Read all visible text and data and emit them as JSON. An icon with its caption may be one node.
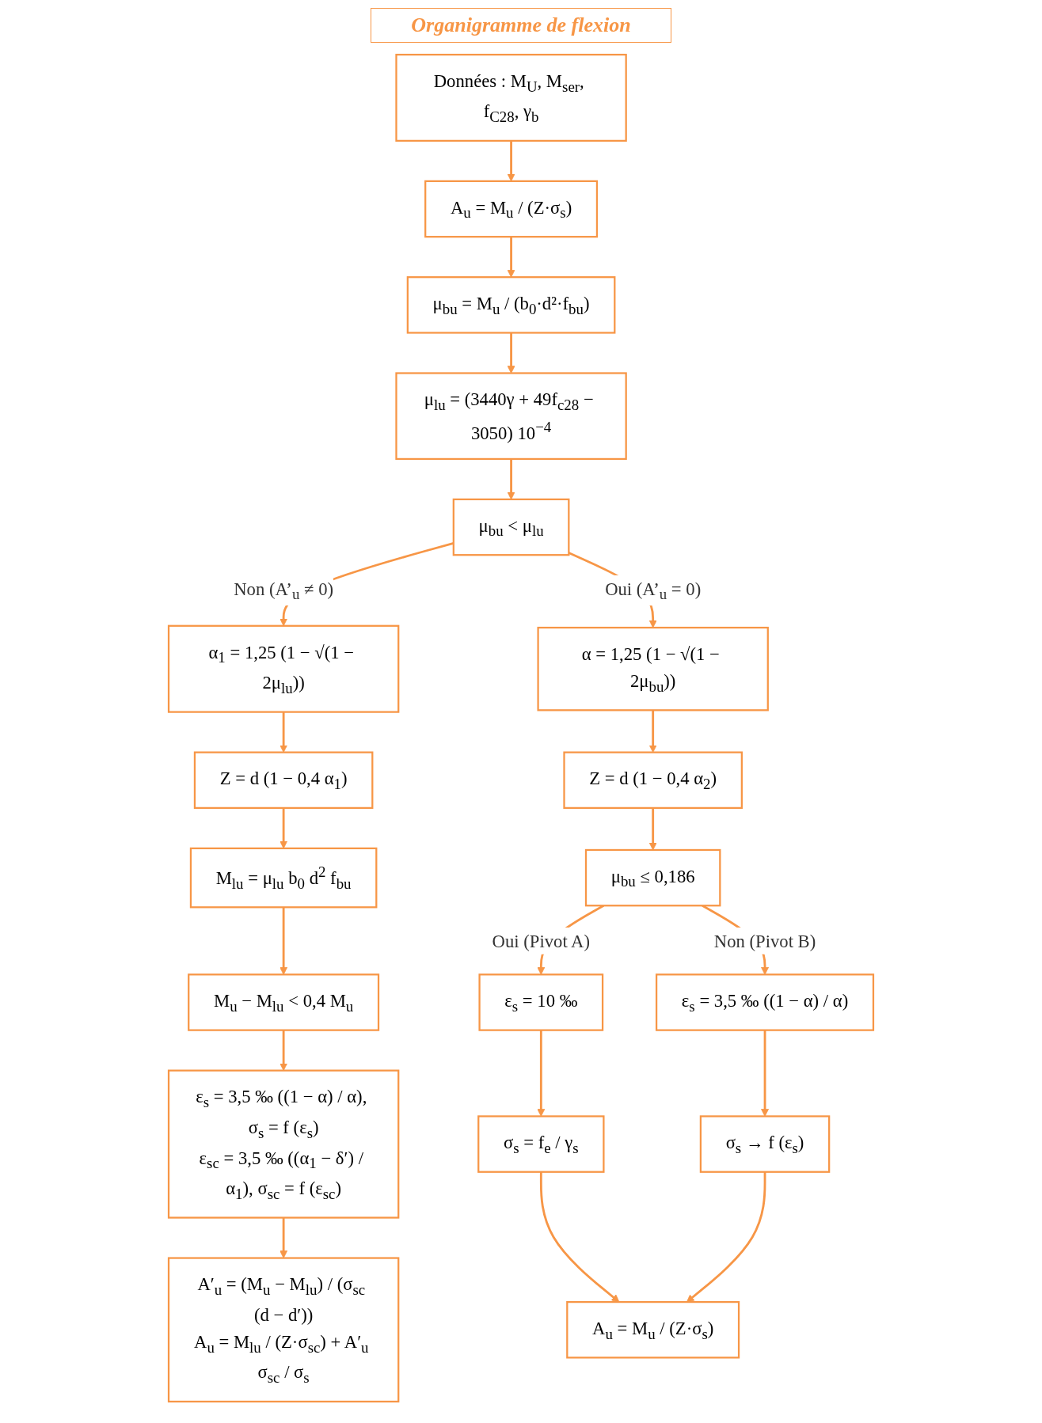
{
  "diagram": {
    "title": "Organigramme de flexion",
    "nodes": [
      {
        "text": [
          "Données : M$_{U}$, M$_{ser}$, f$_{C28}$, γ$_{b}$"
        ]
      },
      {
        "text": [
          "A$_{u}$ = M$_{u}$ / (Z·σ$_{s}$)"
        ]
      },
      {
        "text": [
          "μ$_{bu}$ = M$_{u}$ / (b$_{0}$·d²·f$_{bu}$)"
        ]
      },
      {
        "text": [
          "μ$_{lu}$ = (3440γ + 49f$_{c28}$ − 3050) 10$^{−4}$"
        ]
      },
      {
        "text": [
          "μ$_{bu}$ < μ$_{lu}$"
        ]
      },
      {
        "text": [
          "α$_{1}$ = 1,25 (1 − √(1 − 2μ$_{lu}$))"
        ]
      },
      {
        "text": [
          "Z = d (1 − 0,4 α$_{1}$)"
        ]
      },
      {
        "text": [
          "M$_{lu}$ = μ$_{lu}$ b$_{0}$ d$^{2}$ f$_{bu}$"
        ]
      },
      {
        "text": [
          "M$_{u}$ − M$_{lu}$ < 0,4 M$_{u}$"
        ]
      },
      {
        "text": [
          "ε$_{s}$ = 3,5 ‰ ((1 − α) / α), σ$_{s}$ = f (ε$_{s}$)",
          "ε$_{sc}$ = 3,5 ‰ ((α$_{1}$ − δ′) / α$_{1}$), σ$_{sc}$ = f (ε$_{sc}$)"
        ]
      },
      {
        "text": [
          "A′$_{u}$ = (M$_{u}$ − M$_{lu}$) / (σ$_{sc}$ (d − d′))",
          "A$_{u}$ = M$_{lu}$ / (Z·σ$_{sc}$) + A′$_{u}$ σ$_{sc}$ / σ$_{s}$"
        ]
      },
      {
        "text": [
          "α = 1,25 (1 − √(1 − 2μ$_{bu}$))"
        ]
      },
      {
        "text": [
          "Z = d (1 − 0,4 α$_{2}$)"
        ]
      },
      {
        "text": [
          "μ$_{bu}$ ≤ 0,186"
        ]
      },
      {
        "text": [
          "ε$_{s}$ = 10 ‰"
        ]
      },
      {
        "text": [
          "ε$_{s}$ = 3,5 ‰ ((1 − α) / α)"
        ]
      },
      {
        "text": [
          "σ$_{s}$ = f$_{e}$ / γ$_{s}$"
        ]
      },
      {
        "text": [
          "σ$_{s}$ → f (ε$_{s}$)"
        ]
      },
      {
        "text": [
          "A$_{u}$ = M$_{u}$ / (Z·σ$_{s}$)"
        ]
      }
    ],
    "edges": [
      {
        "from": 0,
        "to": 1,
        "arrow": "to"
      },
      {
        "from": 1,
        "to": 2,
        "arrow": "to"
      },
      {
        "from": 2,
        "to": 3,
        "arrow": "to"
      },
      {
        "from": 3,
        "to": 4,
        "arrow": "to"
      },
      {
        "from": 4,
        "to": 5,
        "arrow": "to",
        "label": "Non (A’$_{u}$ ≠ 0)"
      },
      {
        "from": 4,
        "to": 11,
        "arrow": "to",
        "label": "Oui (A’$_{u}$ = 0)"
      },
      {
        "from": 5,
        "to": 6,
        "arrow": "to"
      },
      {
        "from": 6,
        "to": 7,
        "arrow": "to"
      },
      {
        "from": 7,
        "to": 8,
        "arrow": "to"
      },
      {
        "from": 8,
        "to": 9,
        "arrow": "to"
      },
      {
        "from": 9,
        "to": 10,
        "arrow": "to"
      },
      {
        "from": 11,
        "to": 12,
        "arrow": "to"
      },
      {
        "from": 12,
        "to": 13,
        "arrow": "to"
      },
      {
        "from": 13,
        "to": 14,
        "arrow": "to",
        "label": "Oui (Pivot A)"
      },
      {
        "from": 13,
        "to": 15,
        "arrow": "to",
        "label": "Non (Pivot B)"
      },
      {
        "from": 14,
        "to": 16,
        "arrow": "to"
      },
      {
        "from": 15,
        "to": 17,
        "arrow": "to"
      },
      {
        "from": 16,
        "to": 18,
        "arrow": "to"
      },
      {
        "from": 17,
        "to": 18,
        "arrow": "to"
      }
    ]
  }
}
